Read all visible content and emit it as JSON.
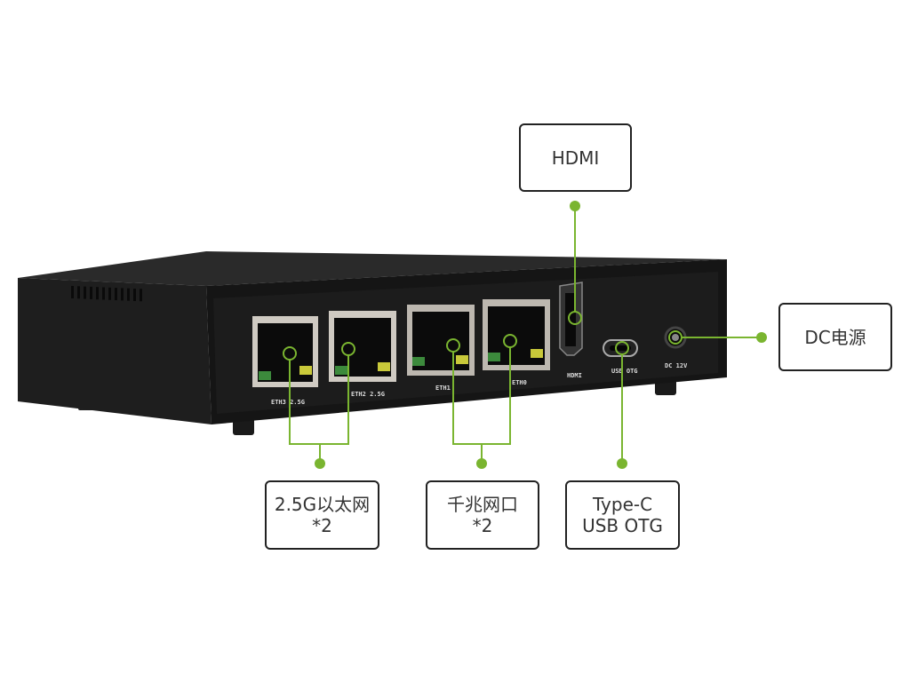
{
  "accent_color": "#7ab530",
  "device": {
    "port_labels": [
      "ETH3 2.5G",
      "ETH2 2.5G",
      "ETH1",
      "ETH0",
      "HDMI",
      "USB OTG",
      "DC 12V"
    ]
  },
  "callouts": {
    "hdmi": {
      "lines": [
        "HDMI"
      ]
    },
    "dc_power": {
      "lines": [
        "DC电源"
      ]
    },
    "eth_2_5g": {
      "lines": [
        "2.5G以太网",
        "*2"
      ]
    },
    "eth_gigabit": {
      "lines": [
        "千兆网口",
        "*2"
      ]
    },
    "type_c": {
      "lines": [
        "Type-C",
        "USB OTG"
      ]
    }
  }
}
